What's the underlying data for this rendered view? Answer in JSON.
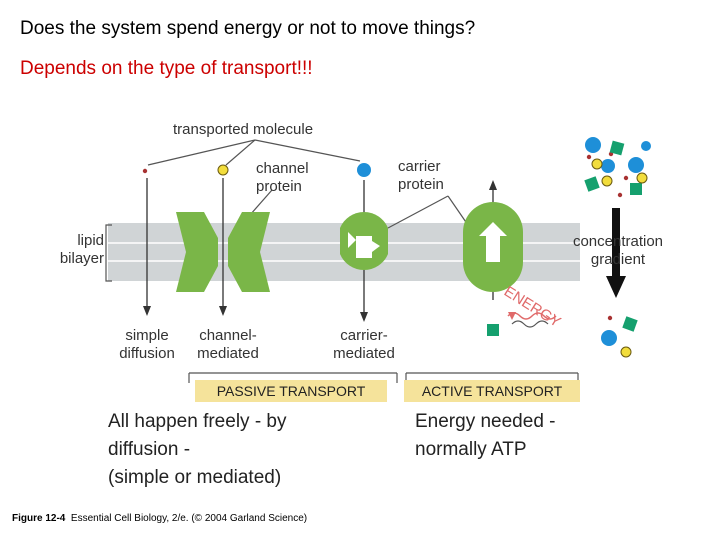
{
  "slide": {
    "title": "Does the system spend energy or not to move things?",
    "subtitle": "Depends on the type of transport!!!"
  },
  "figure": {
    "transported_molecule": "transported molecule",
    "channel_protein": [
      "channel",
      "protein"
    ],
    "carrier_protein": [
      "carrier",
      "protein"
    ],
    "lipid_bilayer": [
      "lipid",
      "bilayer"
    ],
    "concentration_gradient": [
      "concentration",
      "gradient"
    ],
    "simple_diffusion": [
      "simple",
      "diffusion"
    ],
    "channel_mediated": [
      "channel-",
      "mediated"
    ],
    "carrier_mediated": [
      "carrier-",
      "mediated"
    ],
    "energy": "ENERGY",
    "passive_transport": "PASSIVE TRANSPORT",
    "active_transport": "ACTIVE TRANSPORT",
    "caption_figure": "Figure 12-4",
    "caption_source": "Essential Cell Biology, 2/e. (© 2004 Garland Science)"
  },
  "notes": {
    "passive": [
      "All happen freely - by",
      "diffusion -",
      "(simple or mediated)"
    ],
    "active": [
      "Energy needed -",
      "normally ATP"
    ]
  },
  "colors": {
    "protein_green": "#7ab648",
    "membrane_gray": "#d0d4d6",
    "yellow_bar": "#f5e39b",
    "energy_red": "#e06a6a",
    "subtitle_red": "#cc0000",
    "molecule_blue": "#1e8fd8",
    "molecule_teal": "#15a06e",
    "molecule_yellow": "#f2dd3c",
    "molecule_red": "#a83232"
  }
}
